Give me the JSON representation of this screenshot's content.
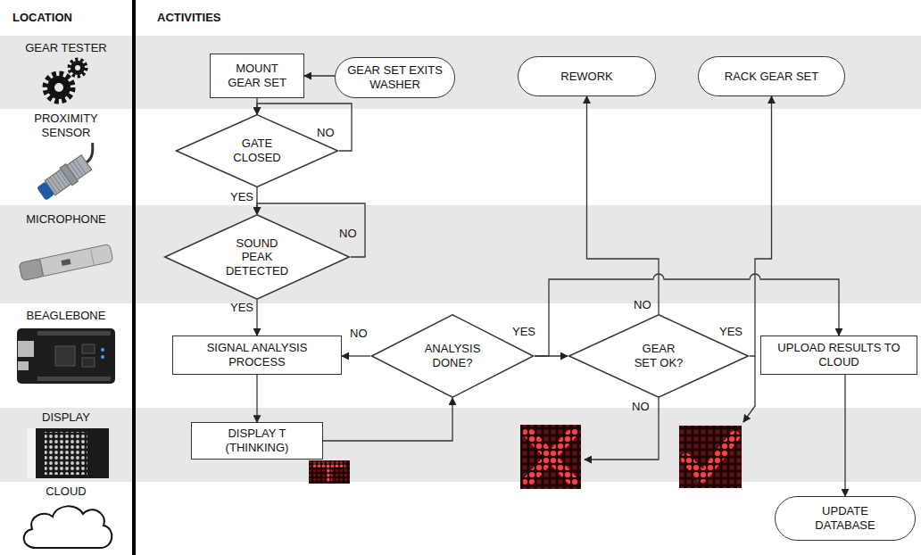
{
  "diagram": {
    "nodes": [
      {
        "text": [
          "MOUNT GEAR SET"
        ]
      },
      {
        "text": [
          "GEAR SET EXITS WASHER"
        ]
      },
      {
        "text": [
          "REWORK"
        ]
      },
      {
        "text": [
          "RACK GEAR SET"
        ]
      },
      {
        "text": [
          "GATE CLOSED"
        ]
      },
      {
        "text": [
          "SOUND PEAK DETECTED"
        ]
      },
      {
        "text": [
          "SIGNAL ANALYSIS PROCESS"
        ]
      },
      {
        "text": [
          "ANALYSIS DONE?"
        ]
      },
      {
        "text": [
          "GEAR SET OK?"
        ]
      },
      {
        "text": [
          "UPLOAD RESULTS TO CLOUD"
        ]
      },
      {
        "text": [
          "DISPLAY T (THINKING)"
        ]
      },
      {
        "text": [
          "UPDATE DATABASE"
        ]
      }
    ],
    "edges": [
      {
        "from": 1,
        "to": 0,
        "arrow": "to"
      },
      {
        "from": 0,
        "to": 4,
        "arrow": "to"
      },
      {
        "from": 4,
        "to": 4,
        "label": "NO",
        "arrow": "to"
      },
      {
        "from": 4,
        "to": 5,
        "label": "YES",
        "arrow": "to"
      },
      {
        "from": 5,
        "to": 5,
        "label": "NO",
        "arrow": "to"
      },
      {
        "from": 5,
        "to": 6,
        "label": "YES",
        "arrow": "to"
      },
      {
        "from": 6,
        "to": 10,
        "arrow": "to"
      },
      {
        "from": 10,
        "to": 7,
        "arrow": "to"
      },
      {
        "from": 7,
        "to": 6,
        "label": "NO",
        "arrow": "to"
      },
      {
        "from": 7,
        "to": 8,
        "label": "YES",
        "arrow": "to"
      },
      {
        "from": 7,
        "to": 9,
        "arrow": "to"
      },
      {
        "from": 8,
        "to": 2,
        "label": "NO",
        "arrow": "to"
      },
      {
        "from": 8,
        "to": 3,
        "label": "YES",
        "arrow": "to"
      },
      {
        "from": 9,
        "to": 11,
        "arrow": "to"
      }
    ],
    "labels": [
      "LOCATION",
      "ACTIVITIES",
      "GEAR TESTER",
      "PROXIMITY SENSOR",
      "MICROPHONE",
      "BEAGLEBONE",
      "DISPLAY",
      "CLOUD",
      "NO"
    ]
  }
}
